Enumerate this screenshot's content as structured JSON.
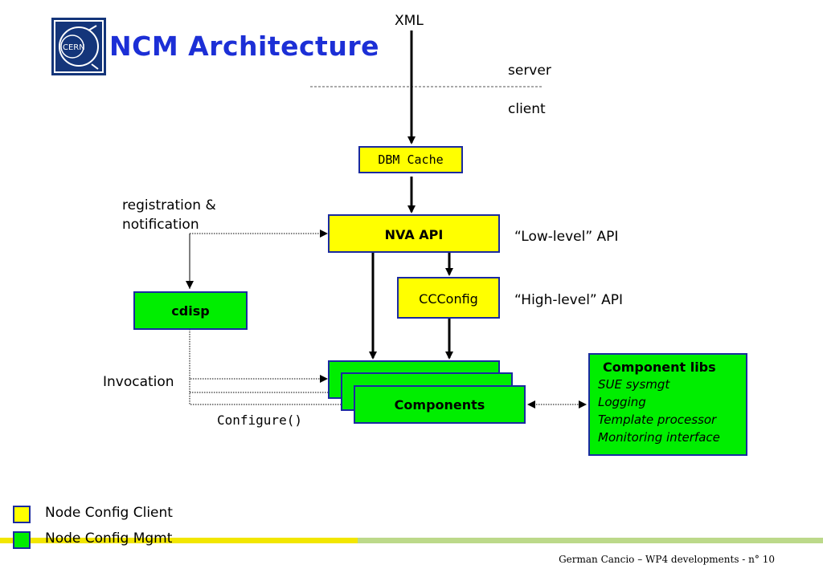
{
  "title": "NCM Architecture",
  "logo_text": "CERN",
  "labels": {
    "xml": "XML",
    "server": "server",
    "client": "client",
    "registration_line1": "registration &",
    "registration_line2": "notification",
    "low_level": "“Low-level” API",
    "high_level": "“High-level” API",
    "invocation": "Invocation",
    "configure": "Configure()"
  },
  "boxes": {
    "dbm_cache": "DBM Cache",
    "nva_api": "NVA API",
    "ccconfig": "CCConfig",
    "cdisp": "cdisp",
    "components": "Components"
  },
  "component_libs": {
    "heading": "Component libs",
    "items": [
      "SUE sysmgt",
      "Logging",
      "Template processor",
      "Monitoring interface"
    ]
  },
  "legend": [
    {
      "label": "Node Config Client",
      "color": "#ffff00"
    },
    {
      "label": "Node Config Mgmt",
      "color": "#00ee00"
    }
  ],
  "footer": "German Cancio – WP4 developments - n° 10",
  "colors": {
    "title": "#1c2fd6",
    "box_border": "#1a2aa0",
    "client_color": "#ffff00",
    "mgmt_color": "#00ee00",
    "footer_bar_left": "#f2e600",
    "footer_bar_right": "#bcd98a"
  }
}
